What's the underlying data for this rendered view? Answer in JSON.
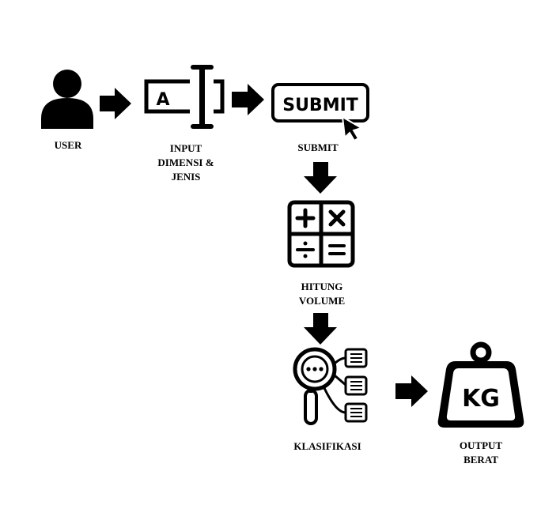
{
  "nodes": {
    "user": {
      "label_lines": [
        "USER"
      ]
    },
    "input": {
      "label_lines": [
        "INPUT",
        "DIMENSI &",
        "JENIS"
      ],
      "icon_letter": "A"
    },
    "submit": {
      "label_lines": [
        "SUBMIT"
      ],
      "button_text": "SUBMIT"
    },
    "hitung": {
      "label_lines": [
        "HITUNG",
        "VOLUME"
      ]
    },
    "klasifikasi": {
      "label_lines": [
        "KLASIFIKASI"
      ]
    },
    "output": {
      "label_lines": [
        "OUTPUT",
        "BERAT"
      ],
      "weight_text": "KG"
    }
  },
  "icons": {
    "user": "user-icon",
    "input": "text-input-cursor-icon",
    "submit": "submit-button-cursor-icon",
    "hitung": "calculator-icon",
    "klasifikasi": "search-classification-icon",
    "output": "kg-weight-icon"
  },
  "colors": {
    "ink": "#000000",
    "paper": "#ffffff"
  }
}
